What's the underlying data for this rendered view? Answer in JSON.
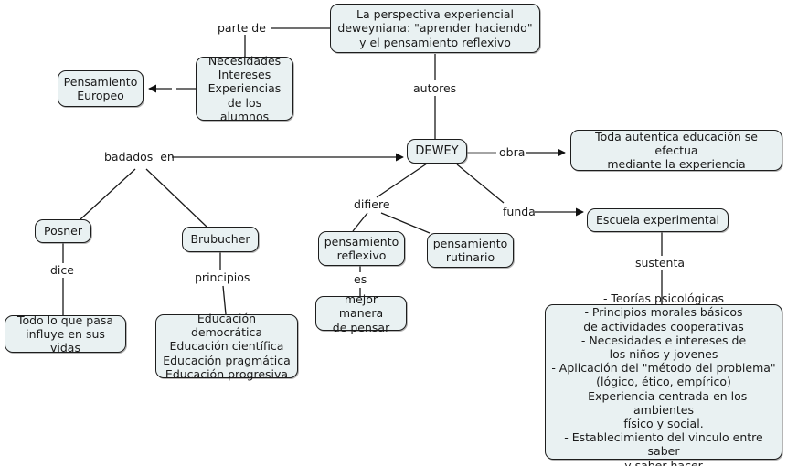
{
  "diagram": {
    "title_node": "La perspectiva experiencial\ndeweyniana: \"aprender haciendo\"\ny el pensamiento reflexivo",
    "nodes": {
      "necesidades": "Necesidades\nIntereses\nExperiencias\nde los alumnos",
      "pensamiento_europeo": "Pensamiento\nEuropeo",
      "dewey": "DEWEY",
      "obra_box": "Toda autentica educación se efectua\nmediante la experiencia",
      "posner": "Posner",
      "brubucher": "Brubucher",
      "todo_lo_que_pasa": "Todo lo que pasa\ninfluye en sus vidas",
      "educacion_lista": "Educación democrática\nEducación científica\nEducación pragmática\nEducación progresiva",
      "pensamiento_reflexivo": "pensamiento\nreflexivo",
      "pensamiento_rutinario": "pensamiento\nrutinario",
      "mejor_manera": "mejor manera\nde pensar",
      "escuela_experimental": "Escuela experimental",
      "sustenta_lista": "- Teorías psicológicas\n- Principios morales básicos\nde actividades cooperativas\n- Necesidades e intereses de\nlos niños y jovenes\n- Aplicación del \"método del problema\"\n(lógico, ético, empírico)\n- Experiencia centrada en los ambientes\nfísico y social.\n- Establecimiento del vinculo entre saber\ny saber hacer"
    },
    "link_labels": {
      "parte_de": "parte de",
      "autores": "autores",
      "obra": "obra",
      "badados_en": "badados  en",
      "dice": "dice",
      "principios": "principios",
      "difiere": "difiere",
      "es": "es",
      "funda": "funda",
      "sustenta": "sustenta"
    },
    "colors": {
      "node_fill": "#e9f1f2",
      "node_stroke": "#1d1d1d",
      "edge_stroke": "#1a1a1a",
      "text": "#1a1a1a",
      "background": "#ffffff"
    }
  }
}
